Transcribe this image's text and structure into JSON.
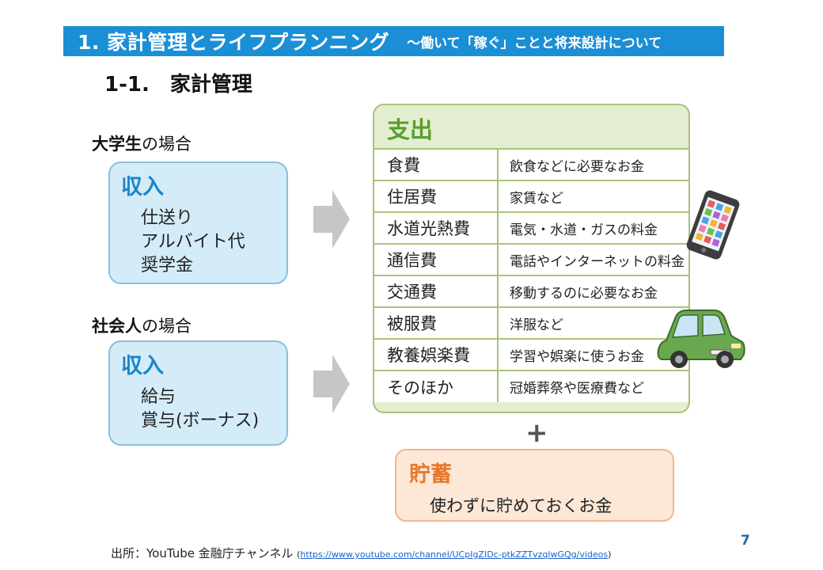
{
  "header": {
    "title": "1. 家計管理とライフプランニング",
    "subtitle": "～働いて「稼ぐ」ことと将来設計について"
  },
  "section": {
    "heading": "1-1.　家計管理"
  },
  "cases": [
    {
      "label_bold": "大学生",
      "label_rest": "の場合",
      "income_title": "収入",
      "income_items": [
        "仕送り",
        "アルバイト代",
        "奨学金"
      ]
    },
    {
      "label_bold": "社会人",
      "label_rest": "の場合",
      "income_title": "収入",
      "income_items": [
        "給与",
        "賞与(ボーナス)"
      ]
    }
  ],
  "expenses": {
    "title": "支出",
    "rows": [
      {
        "category": "食費",
        "description": "飲食などに必要なお金"
      },
      {
        "category": "住居費",
        "description": "家賃など"
      },
      {
        "category": "水道光熱費",
        "description": "電気・水道・ガスの料金"
      },
      {
        "category": "通信費",
        "description": "電話やインターネットの料金"
      },
      {
        "category": "交通費",
        "description": "移動するのに必要なお金"
      },
      {
        "category": "被服費",
        "description": "洋服など"
      },
      {
        "category": "教養娯楽費",
        "description": "学習や娯楽に使うお金"
      },
      {
        "category": "そのほか",
        "description": "冠婚葬祭や医療費など"
      }
    ]
  },
  "plus_sign": "+",
  "savings": {
    "title": "貯蓄",
    "description": "使わずに貯めておくお金"
  },
  "footer": {
    "source_label": "出所：YouTube 金融庁チャンネル",
    "paren_open": "(",
    "source_url": "https://www.youtube.com/channel/UCpIgZIDc-ptkZZTvzqlwGQg/videos",
    "paren_close": ")",
    "page_number": "7"
  },
  "icons": {
    "smartphone": "smartphone-icon",
    "car": "car-icon",
    "arrow": "arrow-right-icon"
  },
  "colors": {
    "title_bar": "#1b8fd6",
    "income_fill": "#d4ecf8",
    "expense_fill": "#e3eed0",
    "savings_fill": "#fde7d7",
    "savings_accent": "#e8782d"
  }
}
